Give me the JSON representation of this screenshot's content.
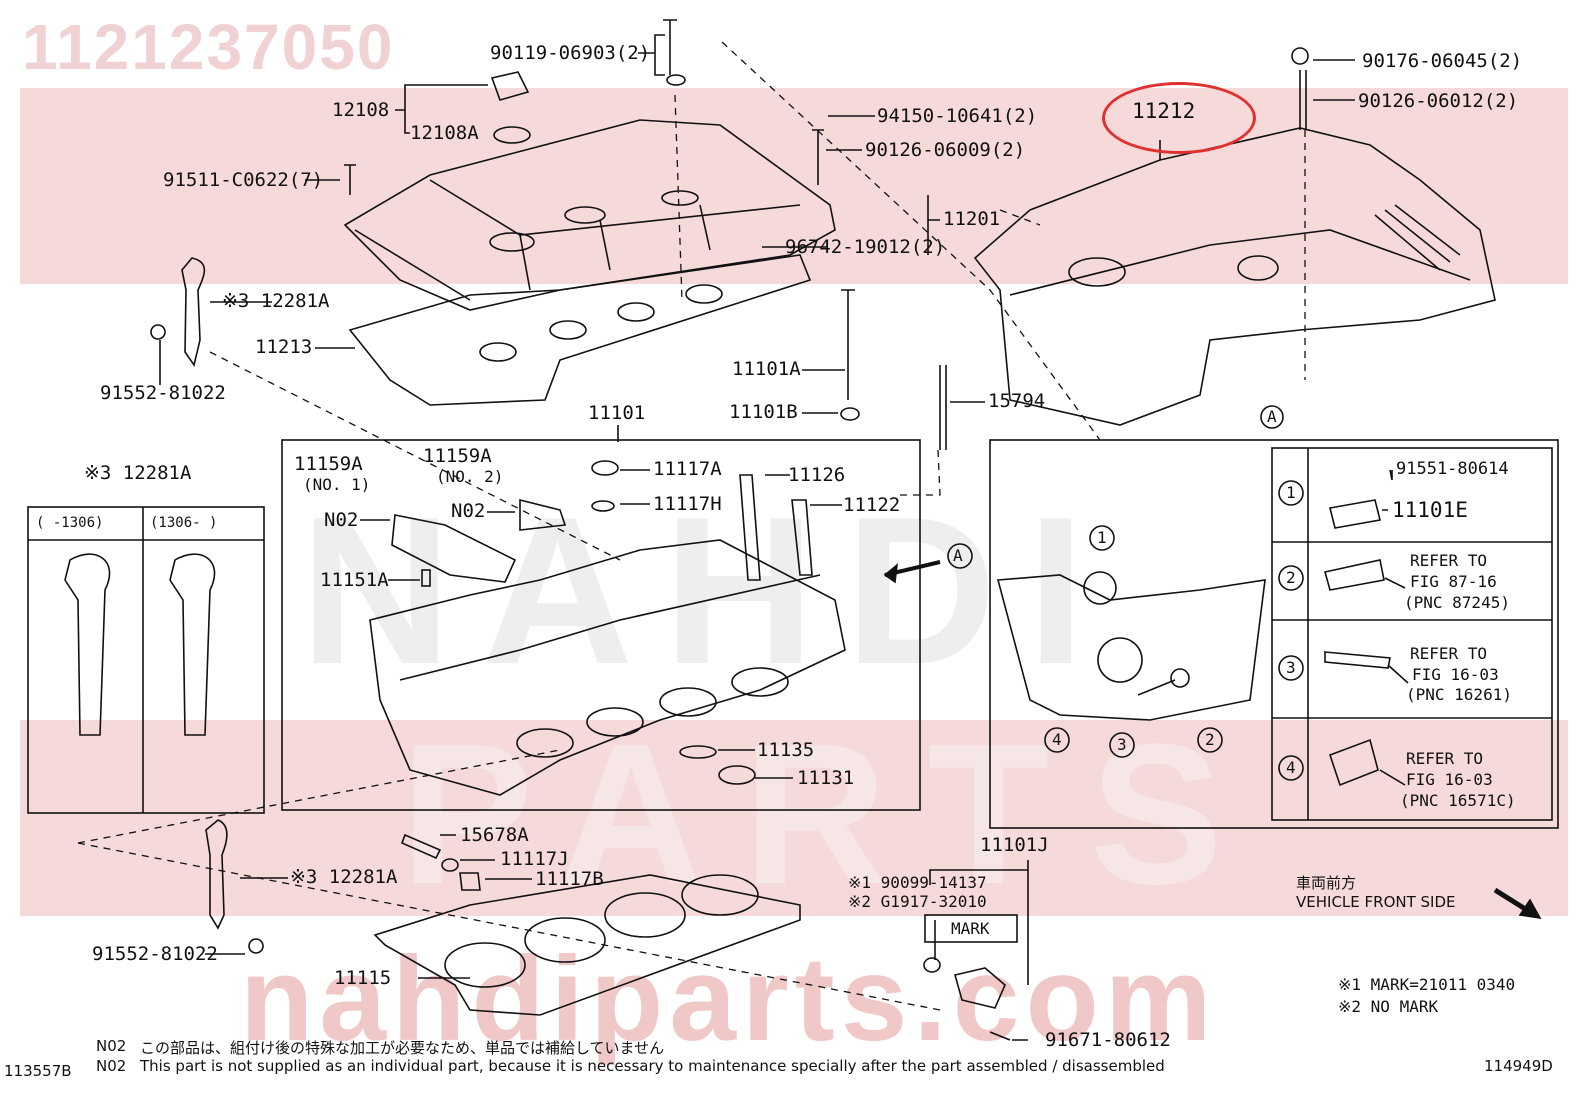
{
  "part_number": "1121237050",
  "watermark": {
    "lines": [
      "NAHDI",
      "PARTS"
    ],
    "site": "nahdiparts.com"
  },
  "highlight_color": "#e23030",
  "watermark_color": "#f6d9d9",
  "labels": {
    "p90119": "90119-06903(2)",
    "p12108": "12108",
    "p12108A": "12108A",
    "p91511": "91511-C0622(7)",
    "p94150": "94150-10641(2)",
    "p90126_09": "90126-06009(2)",
    "p11201": "11201",
    "p96742": "96742-19012(2)",
    "p12281A_top": "※3 12281A",
    "p11213": "11213",
    "p91552_top": "91552-81022",
    "p11101A": "11101A",
    "p11101B": "11101B",
    "p15794": "15794",
    "p11101": "11101",
    "p90176": "90176-06045(2)",
    "p90126_12": "90126-06012(2)",
    "p11212": "11212",
    "p11159A_1": "11159A",
    "p11159A_1_sub": "(NO. 1)",
    "p11159A_2": "11159A",
    "p11159A_2_sub": "(NO. 2)",
    "p11117A": "11117A",
    "p11126": "11126",
    "p11117H": "11117H",
    "p11122": "11122",
    "pN02_left": "N02",
    "pN02_mid": "N02",
    "p11151A": "11151A",
    "p11135": "11135",
    "p11131": "11131",
    "p15678A": "15678A",
    "p11117J": "11117J",
    "p11117B": "11117B",
    "p12281A_bottom": "※3 12281A",
    "p91552_bottom": "91552-81022",
    "p11115": "11115",
    "p11101J": "11101J",
    "p190099": "※1 90099-14137",
    "pG1917": "※2 G1917-32010",
    "mark": "MARK",
    "p91671": "91671-80612",
    "view_a": "A"
  },
  "inset_12281A": {
    "title": "※3 12281A",
    "col1": "(     -1306)",
    "col2": "(1306-     )"
  },
  "detail_a": {
    "title": "A",
    "rows": [
      {
        "num": "1",
        "part_a": "91551-80614",
        "part_b": "11101E"
      },
      {
        "num": "2",
        "refer": "REFER TO",
        "fig": "FIG 87-16",
        "pnc": "(PNC 87245)"
      },
      {
        "num": "3",
        "refer": "REFER TO",
        "fig": "FIG 16-03",
        "pnc": "(PNC 16261)"
      },
      {
        "num": "4",
        "refer": "REFER TO",
        "fig": "FIG 16-03",
        "pnc": "(PNC 16571C)"
      }
    ],
    "callouts": [
      "1",
      "4",
      "3",
      "2"
    ]
  },
  "front_side": {
    "jp": "車両前方",
    "en": "VEHICLE FRONT SIDE"
  },
  "marks": {
    "m1": "※1 MARK=21011 0340",
    "m2": "※2 NO MARK"
  },
  "footer": {
    "n02_jp_code": "N02",
    "n02_jp": "この部品は、組付け後の特殊な加工が必要なため、単品では補給していません",
    "n02_en_code": "N02",
    "n02_en": "This part is not supplied as an individual part, because it is necessary to maintenance specially after the part assembled / disassembled",
    "left_code": "113557B",
    "right_code": "114949D"
  }
}
